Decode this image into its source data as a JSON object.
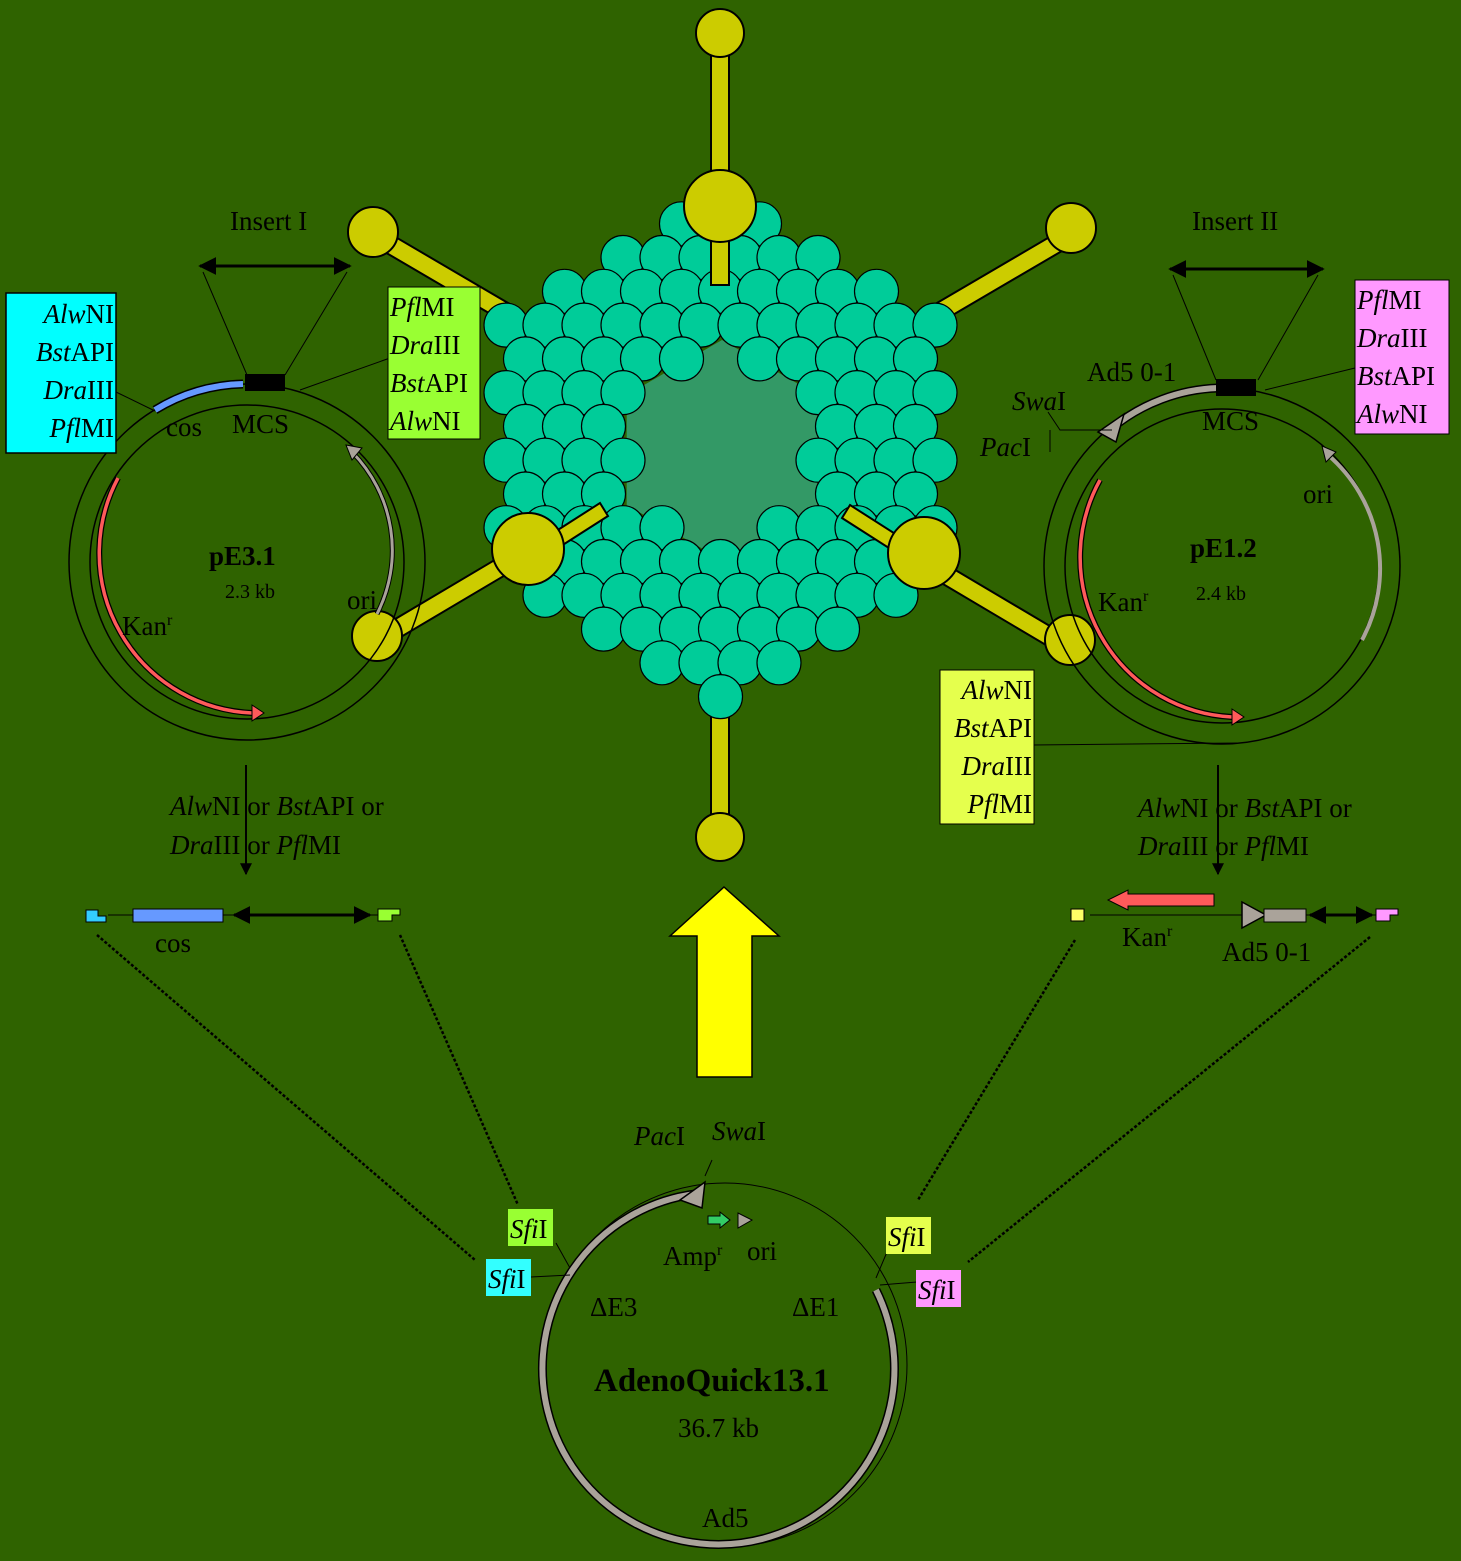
{
  "colors": {
    "background": "#2f6300",
    "capsomer": "#00cc99",
    "capsid_center": "#339966",
    "fiber": "#cccc00",
    "cyan_box": "#00ffff",
    "green_box": "#99ff33",
    "magenta_box": "#ff99ff",
    "yellow_box": "#e5ff4d",
    "cos_blue": "#6699ff",
    "kan_red": "#ff5a5a",
    "grey_feature": "#aaa39a",
    "big_arrow": "#ffff00"
  },
  "left_plasmid": {
    "name": "pE3.1",
    "size": "2.3 kb",
    "insert": "Insert I",
    "mcs": "MCS",
    "cos": "cos",
    "ori": "ori",
    "kan": "Kan",
    "kan_sup": "r",
    "box_left": [
      {
        "italic": "Alw",
        "roman": "NI"
      },
      {
        "italic": "Bst",
        "roman": "API"
      },
      {
        "italic": "Dra",
        "roman": "III"
      },
      {
        "italic": "Pfl",
        "roman": "MI"
      }
    ],
    "box_right": [
      {
        "italic": "Pfl",
        "roman": "MI"
      },
      {
        "italic": "Dra",
        "roman": "III"
      },
      {
        "italic": "Bst",
        "roman": "API"
      },
      {
        "italic": "Alw",
        "roman": "NI"
      }
    ],
    "digest_line1": [
      {
        "italic": "Alw",
        "roman": "NI"
      },
      {
        "roman": " or "
      },
      {
        "italic": "Bst",
        "roman": "API or"
      }
    ],
    "digest_line2": [
      {
        "italic": "Dra",
        "roman": "III"
      },
      {
        "roman": " or "
      },
      {
        "italic": "Pfl",
        "roman": "MI"
      }
    ],
    "fragment_cos": "cos"
  },
  "right_plasmid": {
    "name": "pE1.2",
    "size": "2.4 kb",
    "insert": "Insert II",
    "mcs": "MCS",
    "ori": "ori",
    "kan": "Kan",
    "kan_sup": "r",
    "ad5": "Ad5 0-1",
    "swa": {
      "italic": "Swa",
      "roman": "I"
    },
    "pac": {
      "italic": "Pac",
      "roman": "I"
    },
    "box_top": [
      {
        "italic": "Pfl",
        "roman": "MI"
      },
      {
        "italic": "Dra",
        "roman": "III"
      },
      {
        "italic": "Bst",
        "roman": "API"
      },
      {
        "italic": "Alw",
        "roman": "NI"
      }
    ],
    "box_bottom": [
      {
        "italic": "Alw",
        "roman": "NI"
      },
      {
        "italic": "Bst",
        "roman": "API"
      },
      {
        "italic": "Dra",
        "roman": "III"
      },
      {
        "italic": "Pfl",
        "roman": "MI"
      }
    ],
    "digest_line1": [
      {
        "italic": "Alw",
        "roman": "NI"
      },
      {
        "roman": " or "
      },
      {
        "italic": "Bst",
        "roman": "API or"
      }
    ],
    "digest_line2": [
      {
        "italic": "Dra",
        "roman": "III"
      },
      {
        "roman": " or "
      },
      {
        "italic": "Pfl",
        "roman": "MI"
      }
    ],
    "fragment_kan": "Kan",
    "fragment_kan_sup": "r",
    "fragment_ad5": "Ad5 0-1"
  },
  "bottom_plasmid": {
    "name": "AdenoQuick13.1",
    "size": "36.7 kb",
    "ad5": "Ad5",
    "e3": "ΔE3",
    "e1": "ΔE1",
    "amp": "Amp",
    "amp_sup": "r",
    "ori": "ori",
    "pac": {
      "italic": "Pac",
      "roman": "I"
    },
    "swa": {
      "italic": "Swa",
      "roman": "I"
    },
    "sfi": {
      "italic": "Sfi",
      "roman": "I"
    }
  }
}
